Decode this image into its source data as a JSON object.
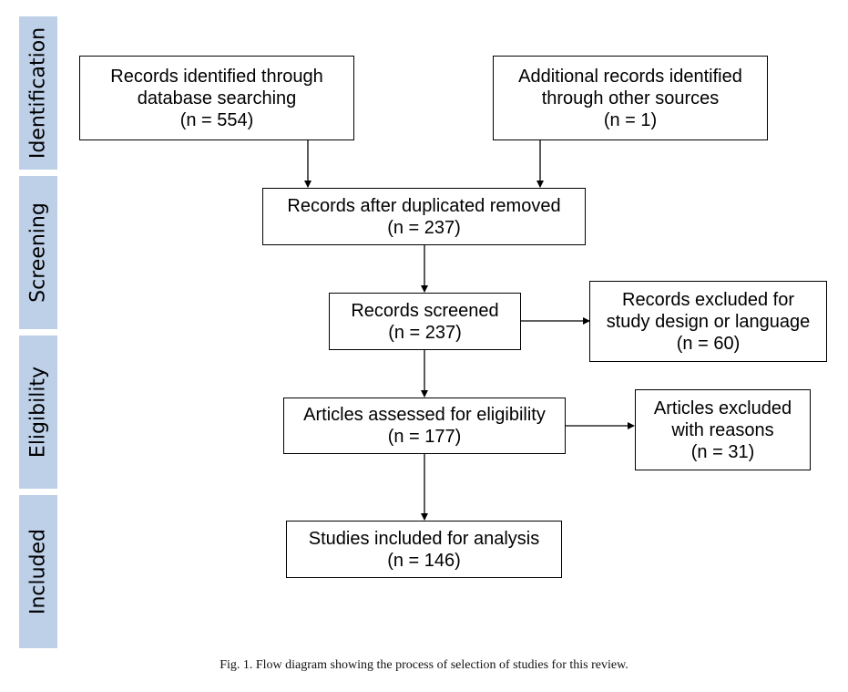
{
  "phases": {
    "identification": "Identification",
    "screening": "Screening",
    "eligibility": "Eligibility",
    "included": "Included"
  },
  "boxes": {
    "database": {
      "line1": "Records identified through",
      "line2": "database searching",
      "count": "(n = 554)"
    },
    "other_sources": {
      "line1": "Additional records identified",
      "line2": "through other sources",
      "count": "(n = 1)"
    },
    "duplicates_removed": {
      "line1": "Records after duplicated removed",
      "count": "(n = 237)"
    },
    "screened": {
      "line1": "Records screened",
      "count": "(n = 237)"
    },
    "excluded_screening": {
      "line1": "Records excluded for",
      "line2": "study design or language",
      "count": "(n = 60)"
    },
    "eligibility": {
      "line1": "Articles assessed for eligibility",
      "count": "(n = 177)"
    },
    "excluded_eligibility": {
      "line1": "Articles excluded",
      "line2": "with reasons",
      "count": "(n = 31)"
    },
    "included": {
      "line1": "Studies included for analysis",
      "count": "(n = 146)"
    }
  },
  "caption": "Fig. 1.  Flow diagram showing the process of selection of studies for this review."
}
